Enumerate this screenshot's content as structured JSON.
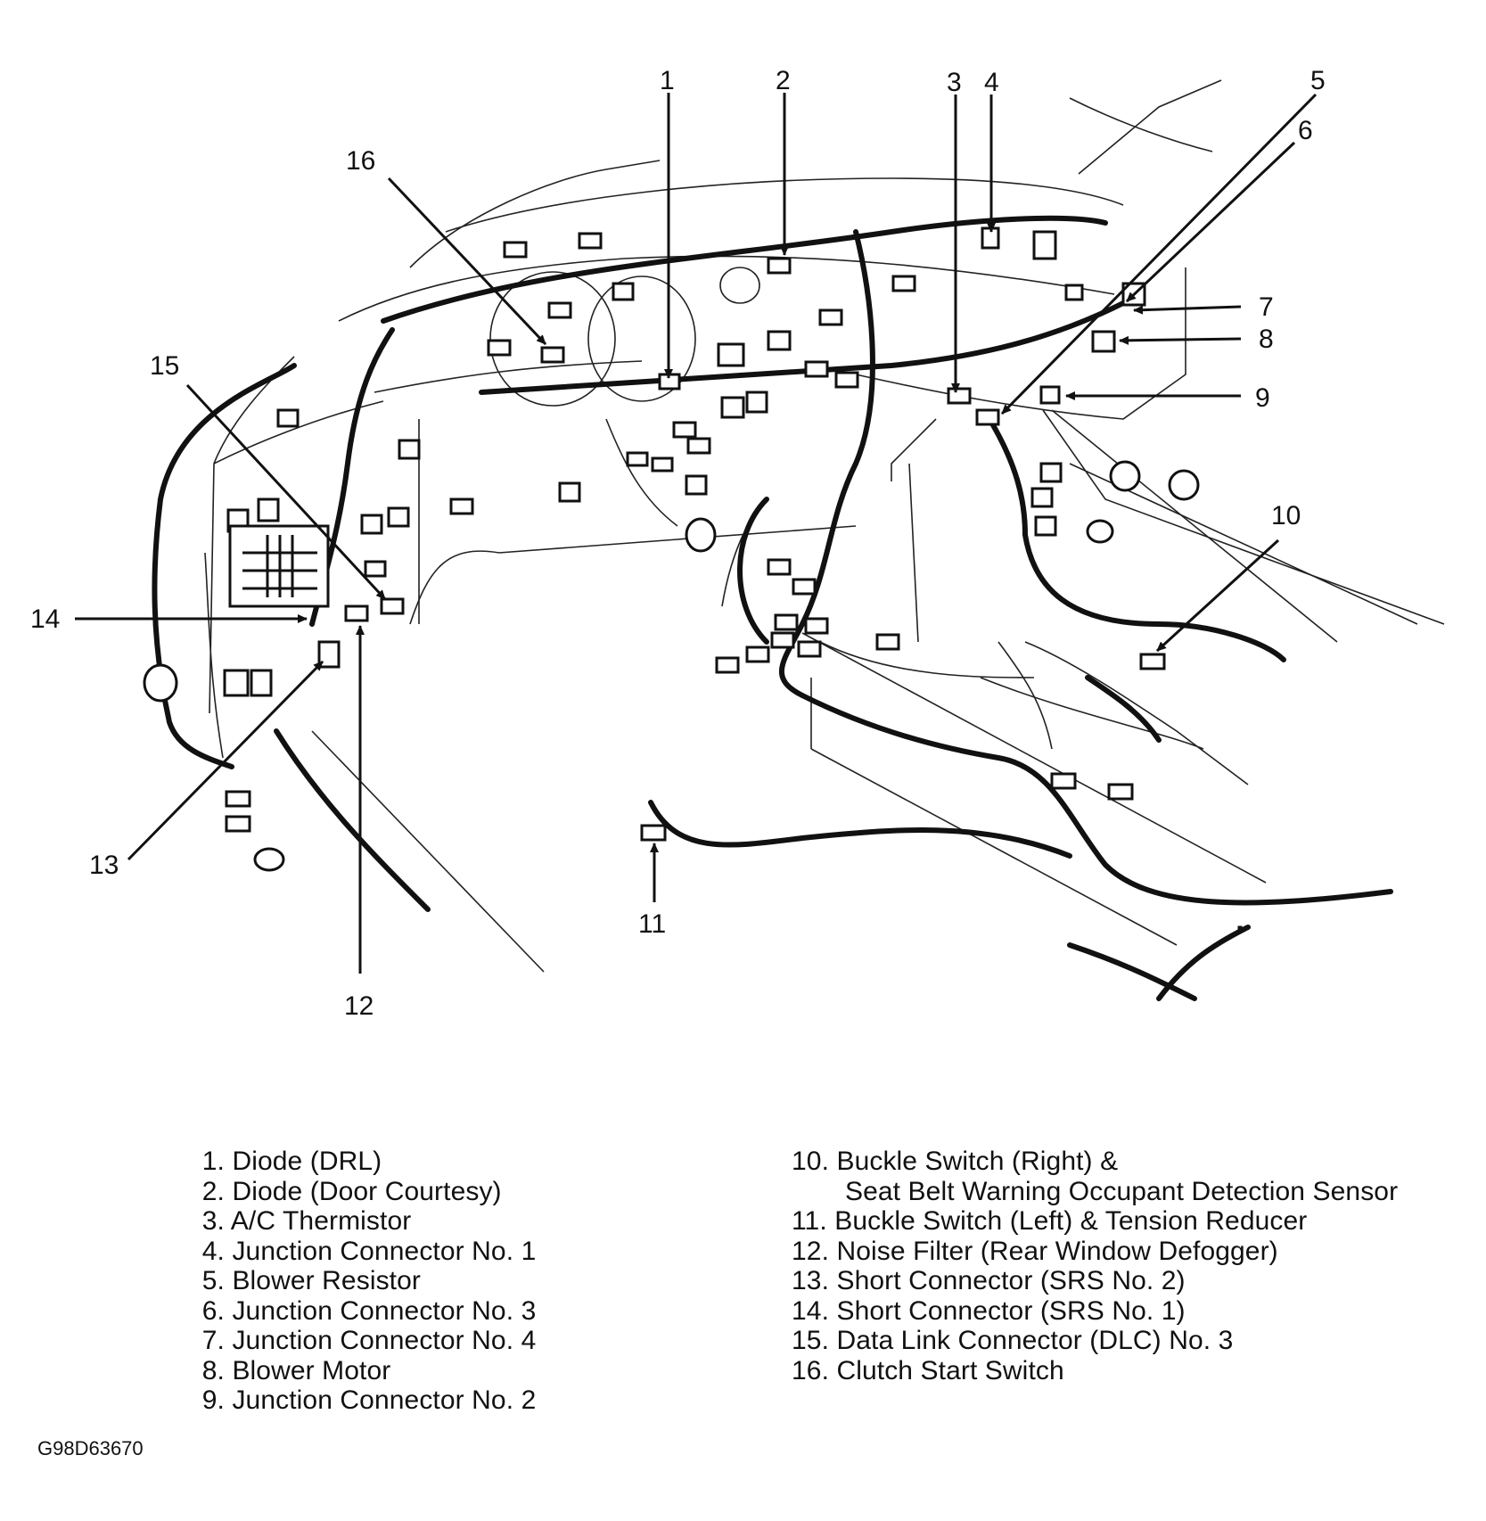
{
  "figure_id": "G98D63670",
  "callouts": [
    "1",
    "2",
    "3",
    "4",
    "5",
    "6",
    "7",
    "8",
    "9",
    "10",
    "11",
    "12",
    "13",
    "14",
    "15",
    "16"
  ],
  "legend": {
    "left": [
      {
        "num": "1.",
        "text": "Diode (DRL)"
      },
      {
        "num": "2.",
        "text": "Diode (Door Courtesy)"
      },
      {
        "num": "3.",
        "text": "A/C Thermistor"
      },
      {
        "num": "4.",
        "text": "Junction Connector No. 1"
      },
      {
        "num": "5.",
        "text": "Blower Resistor"
      },
      {
        "num": "6.",
        "text": "Junction Connector No. 3"
      },
      {
        "num": "7.",
        "text": "Junction Connector No. 4"
      },
      {
        "num": "8.",
        "text": "Blower Motor"
      },
      {
        "num": "9.",
        "text": "Junction Connector No. 2"
      }
    ],
    "right": [
      {
        "num": "10.",
        "text": "Buckle Switch (Right) &",
        "cont": "Seat Belt Warning Occupant Detection Sensor"
      },
      {
        "num": "11.",
        "text": "Buckle Switch (Left) & Tension Reducer"
      },
      {
        "num": "12.",
        "text": "Noise Filter (Rear Window Defogger)"
      },
      {
        "num": "13.",
        "text": "Short Connector (SRS No. 2)"
      },
      {
        "num": "14.",
        "text": "Short Connector (SRS No. 1)"
      },
      {
        "num": "15.",
        "text": "Data Link Connector (DLC) No. 3"
      },
      {
        "num": "16.",
        "text": "Clutch Start Switch"
      }
    ]
  }
}
